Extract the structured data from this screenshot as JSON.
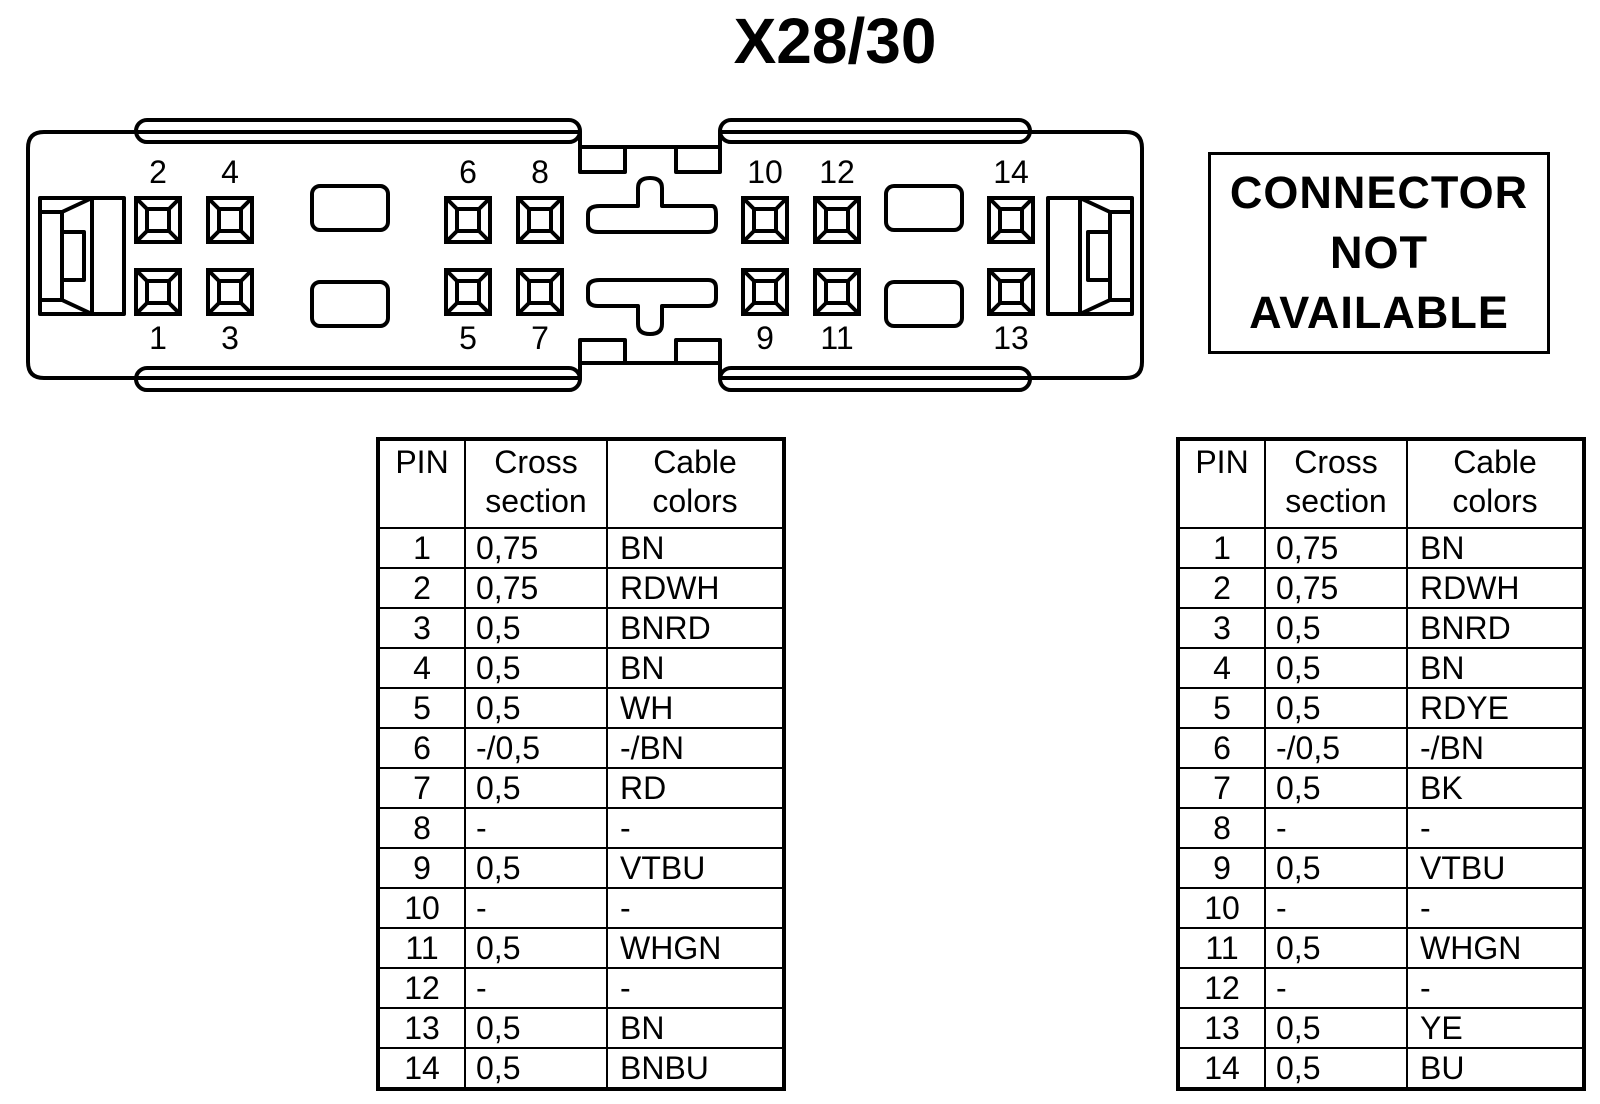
{
  "title": "X28/30",
  "connector": {
    "pin_labels_top": [
      "2",
      "4",
      "6",
      "8",
      "10",
      "12",
      "14"
    ],
    "pin_labels_bottom": [
      "1",
      "3",
      "5",
      "7",
      "9",
      "11",
      "13"
    ]
  },
  "not_available": {
    "line1": "CONNECTOR",
    "line2": "NOT",
    "line3": "AVAILABLE"
  },
  "tables": [
    {
      "headers": {
        "pin": "PIN",
        "cross_1": "Cross",
        "cross_2": "section",
        "cable_1": "Cable",
        "cable_2": "colors"
      },
      "rows": [
        {
          "pin": "1",
          "cross": "0,75",
          "color": "BN"
        },
        {
          "pin": "2",
          "cross": "0,75",
          "color": "RDWH"
        },
        {
          "pin": "3",
          "cross": "0,5",
          "color": "BNRD"
        },
        {
          "pin": "4",
          "cross": "0,5",
          "color": "BN"
        },
        {
          "pin": "5",
          "cross": "0,5",
          "color": "WH"
        },
        {
          "pin": "6",
          "cross": "-/0,5",
          "color": "-/BN"
        },
        {
          "pin": "7",
          "cross": "0,5",
          "color": "RD"
        },
        {
          "pin": "8",
          "cross": "-",
          "color": "-"
        },
        {
          "pin": "9",
          "cross": "0,5",
          "color": "VTBU"
        },
        {
          "pin": "10",
          "cross": "-",
          "color": "-"
        },
        {
          "pin": "11",
          "cross": "0,5",
          "color": "WHGN"
        },
        {
          "pin": "12",
          "cross": "-",
          "color": "-"
        },
        {
          "pin": "13",
          "cross": "0,5",
          "color": "BN"
        },
        {
          "pin": "14",
          "cross": "0,5",
          "color": "BNBU"
        }
      ]
    },
    {
      "headers": {
        "pin": "PIN",
        "cross_1": "Cross",
        "cross_2": "section",
        "cable_1": "Cable",
        "cable_2": "colors"
      },
      "rows": [
        {
          "pin": "1",
          "cross": "0,75",
          "color": "BN"
        },
        {
          "pin": "2",
          "cross": "0,75",
          "color": "RDWH"
        },
        {
          "pin": "3",
          "cross": "0,5",
          "color": "BNRD"
        },
        {
          "pin": "4",
          "cross": "0,5",
          "color": "BN"
        },
        {
          "pin": "5",
          "cross": "0,5",
          "color": "RDYE"
        },
        {
          "pin": "6",
          "cross": "-/0,5",
          "color": "-/BN"
        },
        {
          "pin": "7",
          "cross": "0,5",
          "color": "BK"
        },
        {
          "pin": "8",
          "cross": "-",
          "color": "-"
        },
        {
          "pin": "9",
          "cross": "0,5",
          "color": "VTBU"
        },
        {
          "pin": "10",
          "cross": "-",
          "color": "-"
        },
        {
          "pin": "11",
          "cross": "0,5",
          "color": "WHGN"
        },
        {
          "pin": "12",
          "cross": "-",
          "color": "-"
        },
        {
          "pin": "13",
          "cross": "0,5",
          "color": "YE"
        },
        {
          "pin": "14",
          "cross": "0,5",
          "color": "BU"
        }
      ]
    }
  ]
}
